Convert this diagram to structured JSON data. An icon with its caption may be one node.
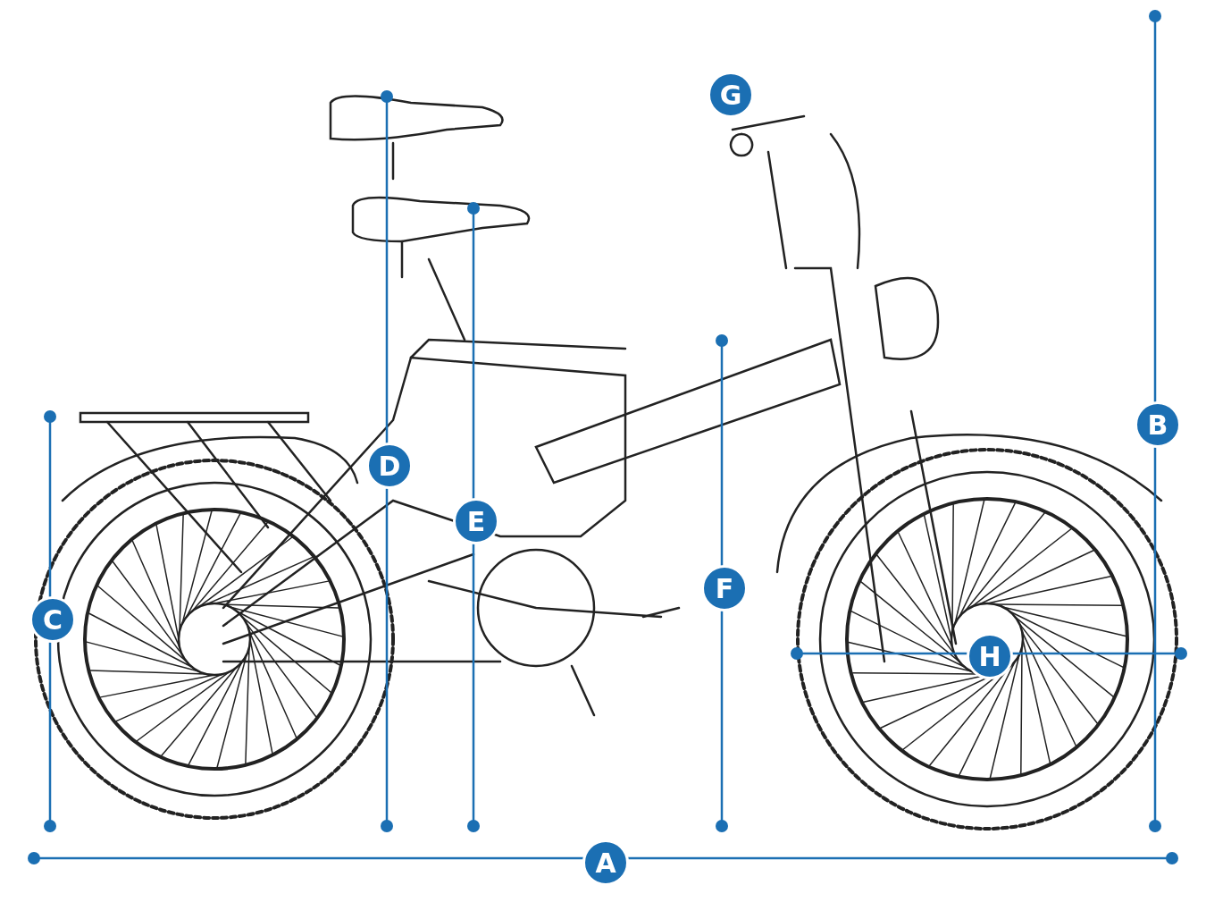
{
  "diagram": {
    "labels": [
      "G",
      "B",
      "D",
      "E",
      "F",
      "C",
      "H",
      "A"
    ]
  }
}
